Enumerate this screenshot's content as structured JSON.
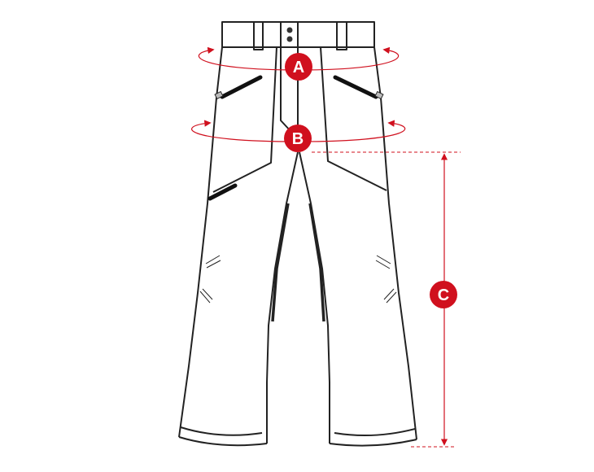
{
  "diagram": {
    "subject": "pants-size-chart",
    "colors": {
      "outline": "#222222",
      "accent": "#D0101E",
      "background": "#ffffff"
    },
    "measurements": [
      {
        "id": "A",
        "label": "A",
        "type": "circumference",
        "position": "waist"
      },
      {
        "id": "B",
        "label": "B",
        "type": "circumference",
        "position": "hip"
      },
      {
        "id": "C",
        "label": "C",
        "type": "length",
        "position": "inseam"
      }
    ]
  }
}
